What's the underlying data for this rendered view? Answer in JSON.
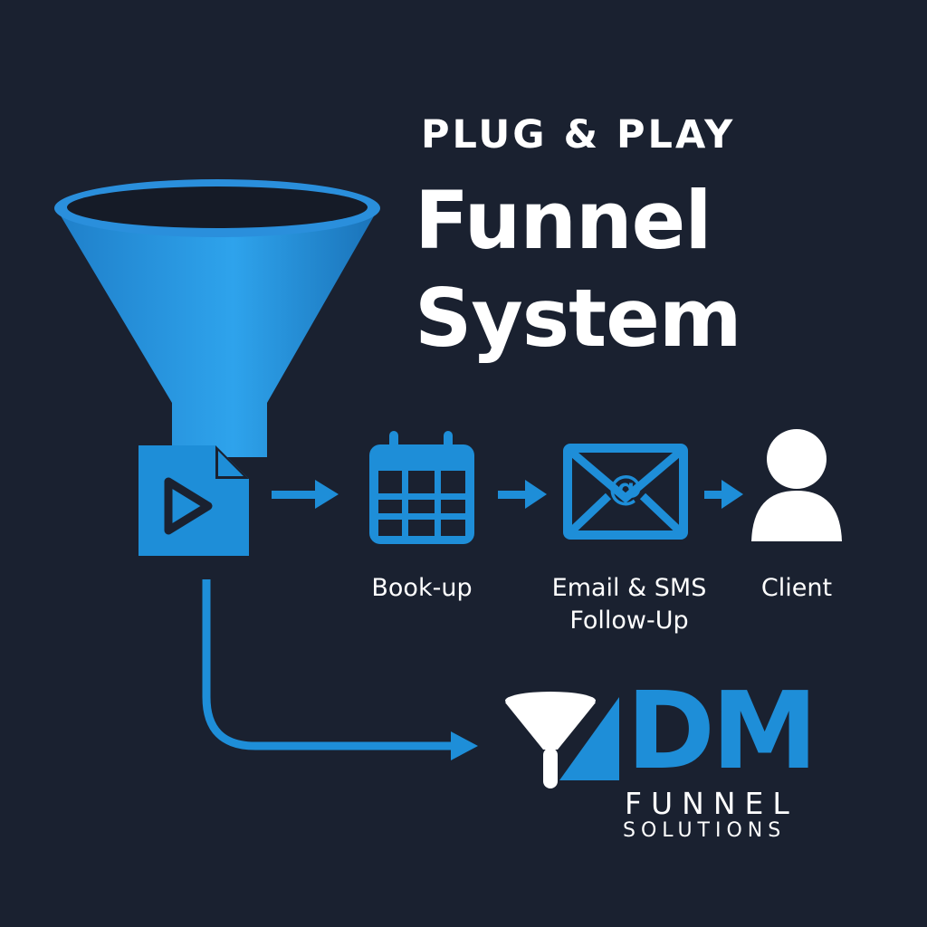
{
  "title": {
    "kicker": "PLUG & PLAY",
    "line1": "Funnel",
    "line2": "System"
  },
  "steps": [
    {
      "label": "Book-up",
      "icon": "calendar-icon"
    },
    {
      "label": "Email & SMS\nFollow-Up",
      "icon": "email-envelope-icon"
    },
    {
      "label": "Client",
      "icon": "user-icon"
    }
  ],
  "source": {
    "icon": "video-file-icon"
  },
  "logo": {
    "letters": "DM",
    "word1": "FUNNEL",
    "word2": "SOLUTIONS"
  },
  "colors": {
    "background": "#1a2130",
    "accent": "#1e8ed8",
    "text": "#ffffff"
  }
}
